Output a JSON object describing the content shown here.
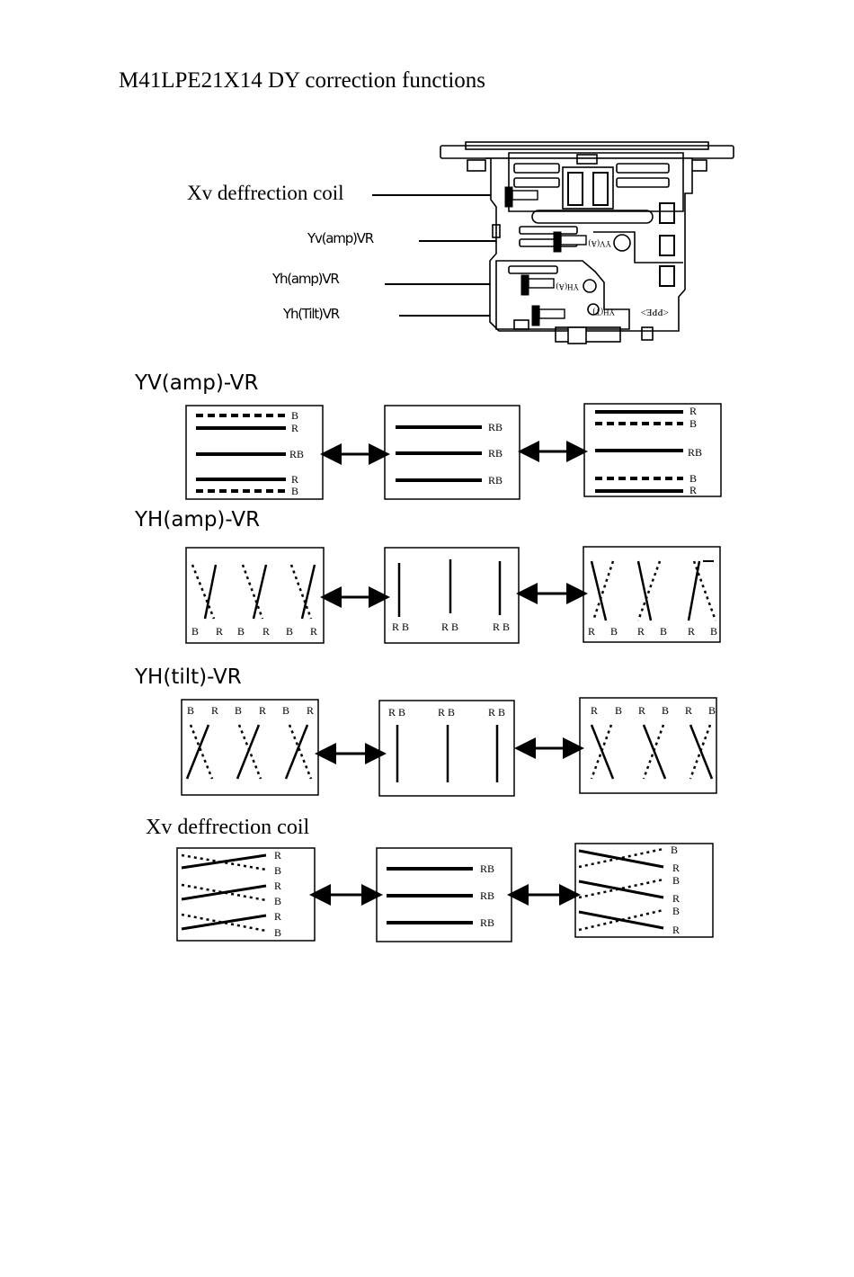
{
  "page": {
    "title": "M41LPE21X14  DY correction functions"
  },
  "yoke": {
    "callouts": {
      "xv_coil": "Xv deffrection coil",
      "yv_amp": "Yv(amp)VR",
      "yh_amp": "Yh(amp)VR",
      "yh_tilt": "Yh(Tilt)VR"
    },
    "board_marks": [
      "YV(A)",
      "YH(A)",
      "YH(T)",
      "<PPE>"
    ]
  },
  "sections": {
    "yv_amp": {
      "title": "YV(amp)-VR",
      "left_labels": [
        "B",
        "R",
        "RB",
        "R",
        "B"
      ],
      "center_labels": [
        "RB",
        "RB",
        "RB"
      ],
      "right_labels": [
        "R",
        "B",
        "RB",
        "B",
        "R"
      ]
    },
    "yh_amp": {
      "title": "YH(amp)-VR",
      "left_labels": [
        "B",
        "R",
        "B",
        "R",
        "B",
        "R"
      ],
      "center_labels": [
        "R B",
        "R B",
        "R B"
      ],
      "right_labels": [
        "R",
        "B",
        "R",
        "B",
        "R",
        "B"
      ]
    },
    "yh_tilt": {
      "title": "YH(tilt)-VR",
      "left_labels": [
        "B",
        "R",
        "B",
        "R",
        "B",
        "R"
      ],
      "center_labels": [
        "R B",
        "R B",
        "R B"
      ],
      "right_labels": [
        "R",
        "B",
        "R",
        "B",
        "R",
        "B"
      ]
    },
    "xv_coil": {
      "title": "Xv deffrection coil",
      "left_labels": [
        "R",
        "B",
        "R",
        "B",
        "R",
        "B"
      ],
      "center_labels": [
        "RB",
        "RB",
        "RB"
      ],
      "right_labels": [
        "B",
        "R",
        "B",
        "R",
        "B",
        "R"
      ]
    }
  }
}
